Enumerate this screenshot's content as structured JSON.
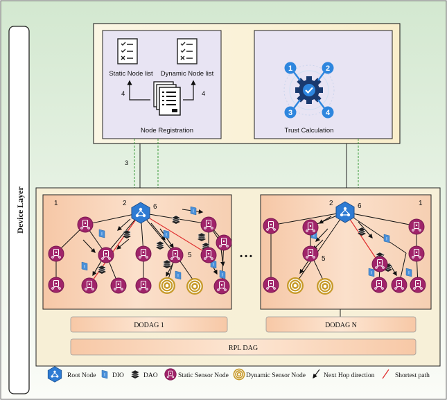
{
  "layer_title": "Device Layer",
  "top_panel": {
    "static_list": "Static Node list",
    "dynamic_list": "Dynamic Node list",
    "registration": "Node Registration",
    "trust": "Trust Calculation",
    "arrow_label_left": "4",
    "arrow_label_right": "4",
    "link_label": "3",
    "trust_steps": [
      "1",
      "2",
      "3",
      "4"
    ]
  },
  "dodag1": {
    "corner_label": "1",
    "root_left": "2",
    "root_right": "6",
    "center": "5"
  },
  "dodagN": {
    "root_left": "2",
    "root_right": "6",
    "corner_label": "1",
    "center": "5"
  },
  "separator": "• • •",
  "bars": {
    "dodag1": "DODAG 1",
    "dodagN": "DODAG N",
    "rpl": "RPL DAG"
  },
  "icon_letters": {
    "dio": "I",
    "sensor": "o"
  },
  "legend": {
    "root": "Root Node",
    "dio": "DIO",
    "dao": "DAO",
    "static": "Static Sensor Node",
    "dynamic": "Dynamic Sensor Node",
    "next_hop": "Next Hop direction",
    "shortest": "Shortest path"
  },
  "colors": {
    "background_top": "#d9ead6",
    "panel_top": "#fbf3d4",
    "static_node": "#a0246a",
    "dynamic_node": "#c79a2a",
    "root_node": "#2e7bd3",
    "dio": "#4a90d9",
    "bar_fill": "#fde0c8",
    "shortest_path": "#e03030"
  }
}
